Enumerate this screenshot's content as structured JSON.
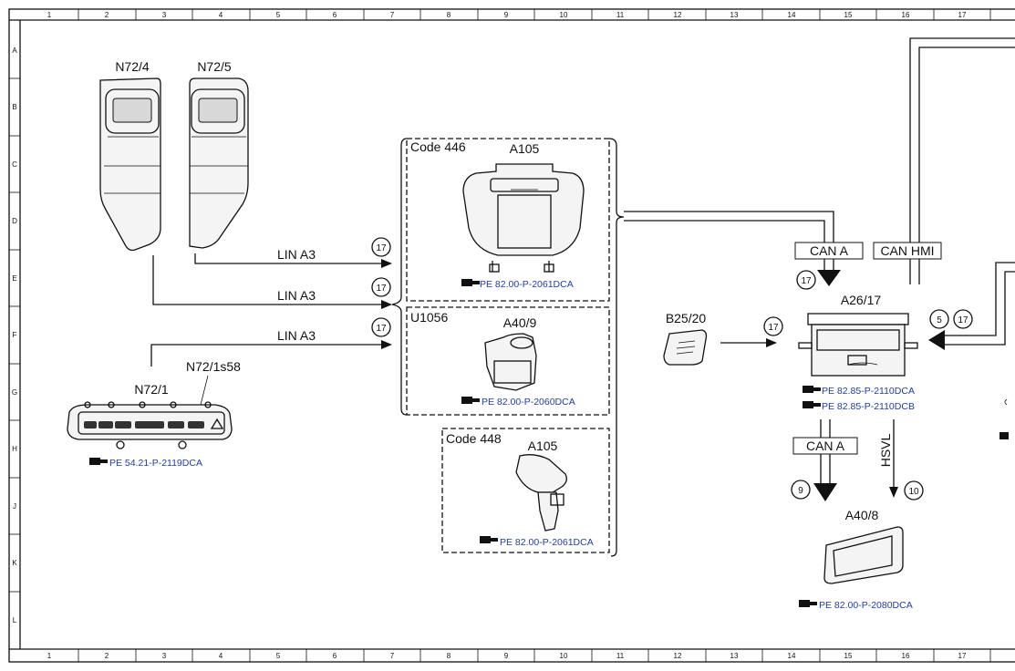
{
  "grid": {
    "columns": [
      "1",
      "2",
      "3",
      "4",
      "5",
      "6",
      "7",
      "8",
      "9",
      "10",
      "11",
      "12",
      "13",
      "14",
      "15",
      "16",
      "17"
    ],
    "rows": [
      "A",
      "B",
      "C",
      "D",
      "E",
      "F",
      "G",
      "H",
      "J",
      "K",
      "L"
    ]
  },
  "components": {
    "n72_4": "N72/4",
    "n72_5": "N72/5",
    "n72_1": "N72/1",
    "n72_1s58": "N72/1s58",
    "a105_top": "A105",
    "a40_9": "A40/9",
    "a105_bottom": "A105",
    "b25_20": "B25/20",
    "a26_17": "A26/17",
    "a40_8": "A40/8"
  },
  "groups": {
    "code446": "Code 446",
    "u1056": "U1056",
    "code448": "Code 448"
  },
  "wires": {
    "lin1": "LIN A3",
    "lin2": "LIN A3",
    "lin3": "LIN A3",
    "can_a_in": "CAN A",
    "can_hmi": "CAN HMI",
    "can_a_out": "CAN A",
    "hsvl": "HSVL"
  },
  "refs": {
    "a105_top": "PE 82.00-P-2061DCA",
    "a40_9": "PE 82.00-P-2060DCA",
    "a105_bottom": "PE 82.00-P-2061DCA",
    "n72_1": "PE 54.21-P-2119DCA",
    "a26_17_a": "PE 82.85-P-2110DCA",
    "a26_17_b": "PE 82.85-P-2110DCB",
    "a40_8": "PE 82.00-P-2080DCA"
  },
  "circles": {
    "c1": "17",
    "c2": "17",
    "c3": "17",
    "c4": "17",
    "c5": "17",
    "c6": "5",
    "c7": "17",
    "c8": "9",
    "c9": "10"
  }
}
